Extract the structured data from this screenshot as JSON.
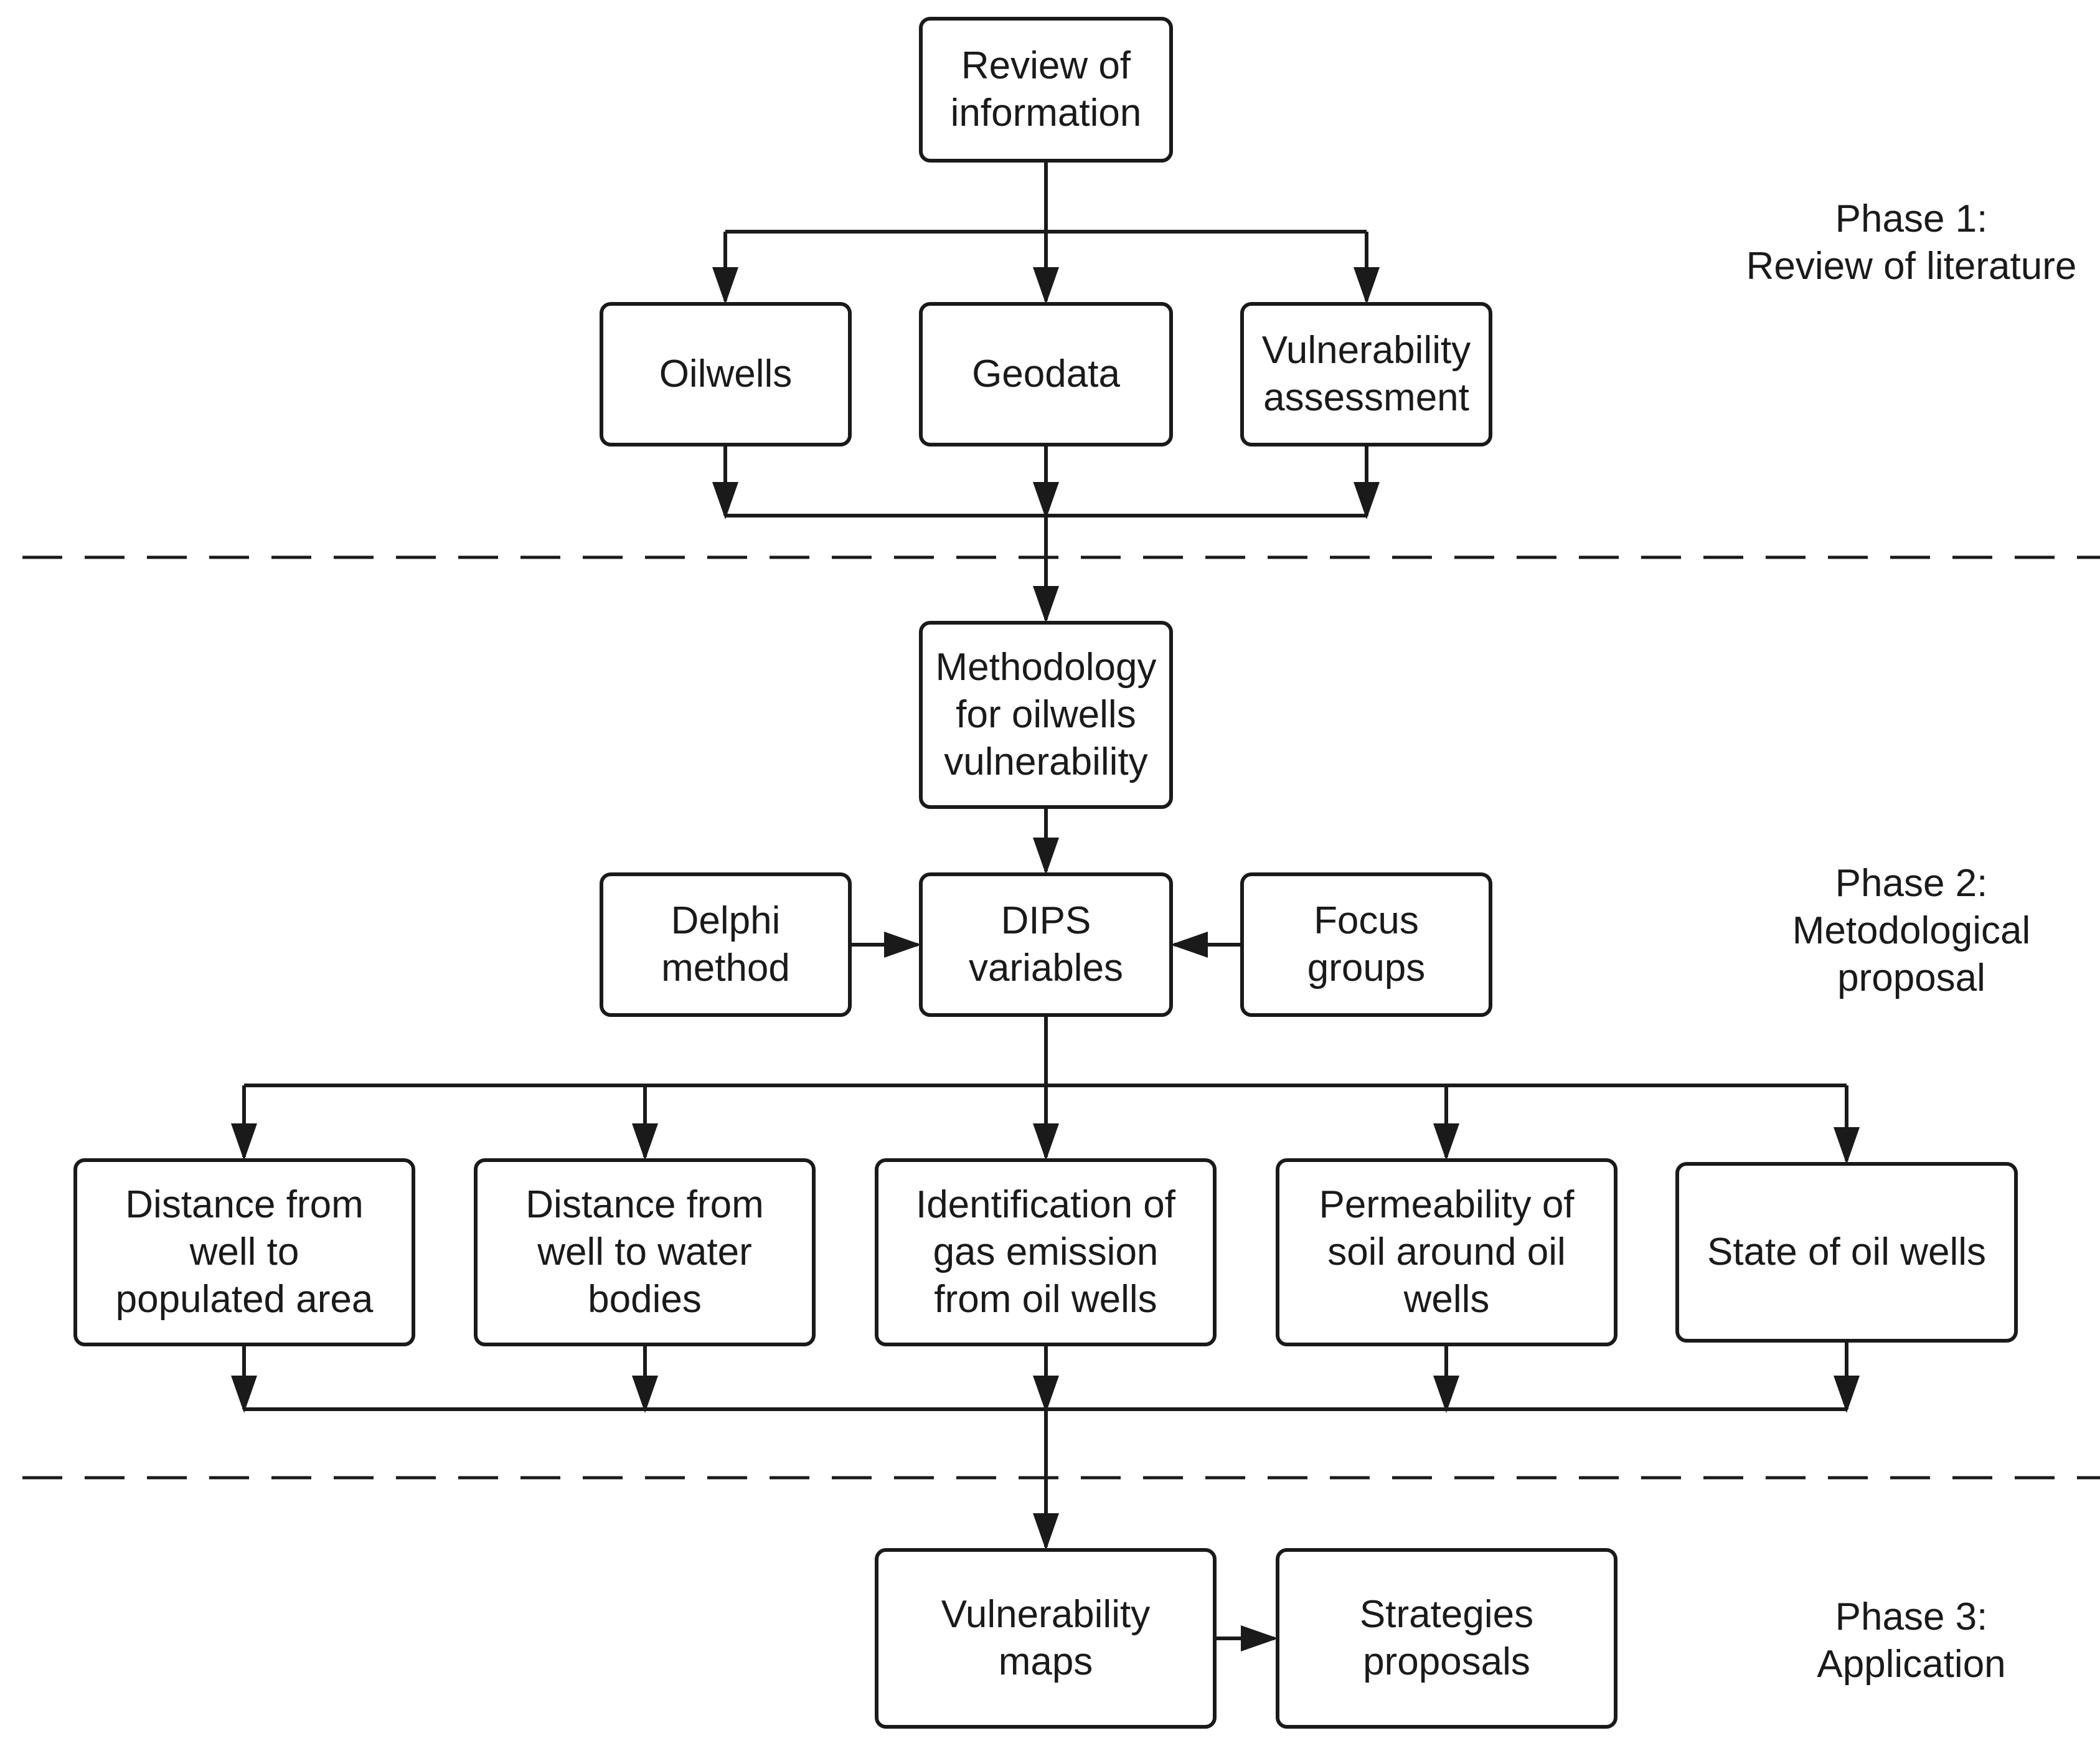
{
  "boxes": {
    "review": "Review of\ninformation",
    "oilwells": "Oilwells",
    "geodata": "Geodata",
    "vulnerability_assessment": "Vulnerability\nassessment",
    "methodology": "Methodology\nfor oilwells\nvulnerability",
    "delphi": "Delphi\nmethod",
    "dips": "DIPS\nvariables",
    "focus": "Focus\ngroups",
    "distance_populated": "Distance from\nwell to\npopulated area",
    "distance_water": "Distance from\nwell to water\nbodies",
    "gas_emission": "Identification of\ngas emission\nfrom oil wells",
    "permeability": "Permeability of\nsoil around oil\nwells",
    "state": "State of oil wells",
    "vulnerability_maps": "Vulnerability\nmaps",
    "strategies": "Strategies\nproposals"
  },
  "phases": {
    "phase1": "Phase 1:\nReview of literature",
    "phase2": "Phase 2:\nMetodological\nproposal",
    "phase3": "Phase 3:\nApplication"
  },
  "colors": {
    "stroke": "#1a1a1a",
    "background": "#ffffff"
  }
}
